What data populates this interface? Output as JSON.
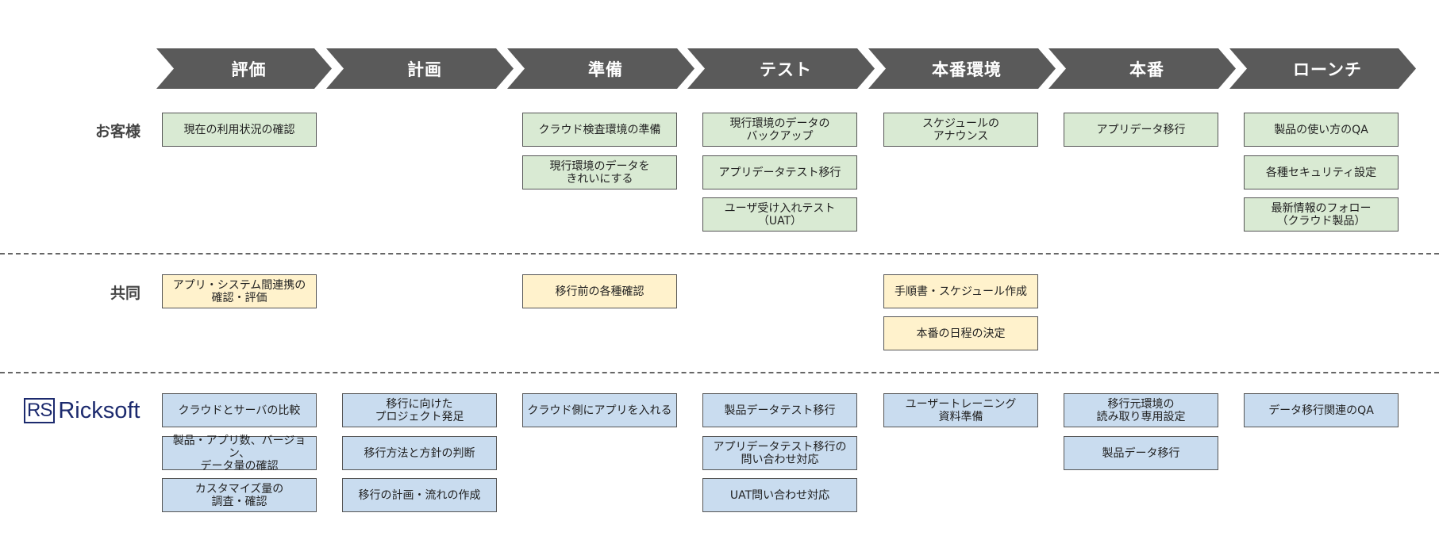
{
  "phases": [
    "評価",
    "計画",
    "準備",
    "テスト",
    "本番環境",
    "本番",
    "ローンチ"
  ],
  "rows": {
    "customer": "お客様",
    "joint": "共同",
    "vendor_logo_rs": "RS",
    "vendor_logo_name": "Ricksoft"
  },
  "tasks": {
    "customer": {
      "c1": [
        "現在の利用状況の確認"
      ],
      "c3": [
        "クラウド検査環境の準備",
        "現行環境のデータを\nきれいにする"
      ],
      "c4": [
        "現行環境のデータの\nバックアップ",
        "アプリデータテスト移行",
        "ユーザ受け入れテスト\n（UAT）"
      ],
      "c5": [
        "スケジュールの\nアナウンス"
      ],
      "c6": [
        "アプリデータ移行"
      ],
      "c7": [
        "製品の使い方のQA",
        "各種セキュリティ設定",
        "最新情報のフォロー\n（クラウド製品）"
      ]
    },
    "joint": {
      "c1": [
        "アプリ・システム間連携の\n確認・評価"
      ],
      "c3": [
        "移行前の各種確認"
      ],
      "c5": [
        "手順書・スケジュール作成",
        "本番の日程の決定"
      ]
    },
    "vendor": {
      "c1": [
        "クラウドとサーバの比較",
        "製品・アプリ数、バージョン、\nデータ量の確認",
        "カスタマイズ量の\n調査・確認"
      ],
      "c2": [
        "移行に向けた\nプロジェクト発足",
        "移行方法と方針の判断",
        "移行の計画・流れの作成"
      ],
      "c3": [
        "クラウド側にアプリを入れる"
      ],
      "c4": [
        "製品データテスト移行",
        "アプリデータテスト移行の\n問い合わせ対応",
        "UAT問い合わせ対応"
      ],
      "c5": [
        "ユーザートレーニング\n資料準備"
      ],
      "c6": [
        "移行元環境の\n読み取り専用設定",
        "製品データ移行"
      ],
      "c7": [
        "データ移行関連のQA"
      ]
    }
  },
  "colors": {
    "header": "#5a5a5a",
    "customer": "#d9ead3",
    "joint": "#fff2cc",
    "vendor": "#c9dcef"
  }
}
